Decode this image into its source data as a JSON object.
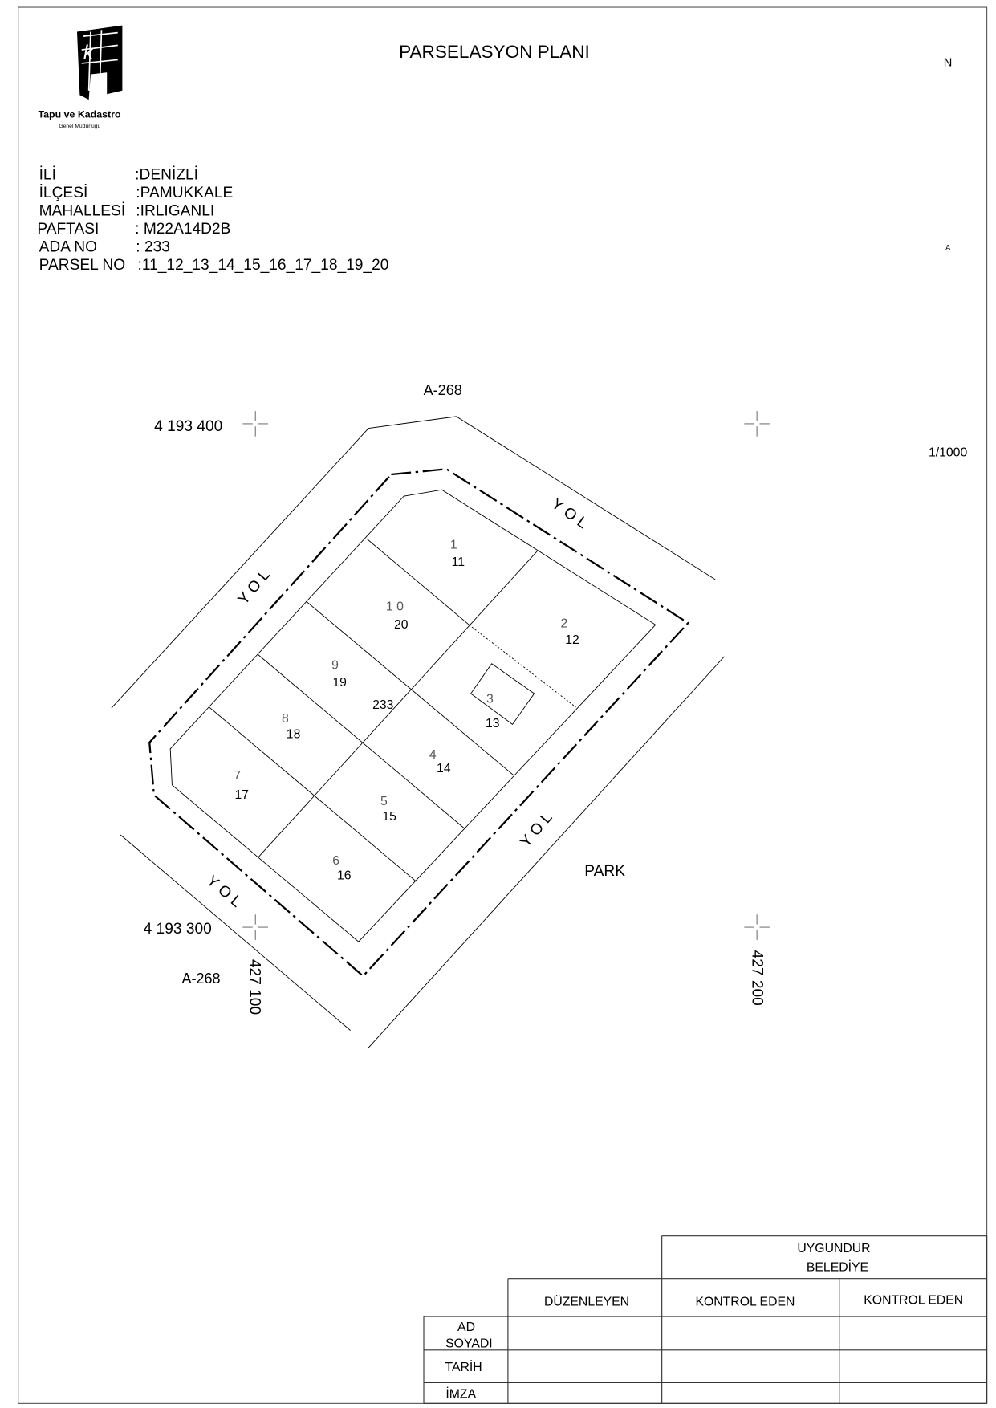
{
  "header": {
    "title": "PARSELASYON PLANI",
    "north_label": "N",
    "north_arrow_label": "A",
    "scale": "1/1000",
    "logo_text": "Tapu ve Kadastro Genel Müdürlüğü"
  },
  "info": [
    {
      "label": "İLİ",
      "value": ":DENİZLİ"
    },
    {
      "label": "İLÇESİ",
      "value": ":PAMUKKALE"
    },
    {
      "label": "MAHALLESİ",
      "value": ":IRLIGANLI"
    },
    {
      "label": "PAFTASI",
      "value": ": M22A14D2B"
    },
    {
      "label": "ADA  NO",
      "value": ": 233"
    },
    {
      "label": "PARSEL  NO",
      "value": ":11_12_13_14_15_16_17_18_19_20"
    }
  ],
  "map": {
    "ref_top": "A-268",
    "ref_bottom": "A-268",
    "coord_n_top": "4 193 400",
    "coord_n_bottom": "4 193 300",
    "coord_e_left": "427 100",
    "coord_e_right": "427 200",
    "road": "YOL",
    "park": "PARK",
    "block_no": "233",
    "parcels": [
      {
        "old": "1",
        "new": "11"
      },
      {
        "old": "2",
        "new": "12"
      },
      {
        "old": "3",
        "new": "13"
      },
      {
        "old": "4",
        "new": "14"
      },
      {
        "old": "5",
        "new": "15"
      },
      {
        "old": "6",
        "new": "16"
      },
      {
        "old": "7",
        "new": "17"
      },
      {
        "old": "8",
        "new": "18"
      },
      {
        "old": "9",
        "new": "19"
      },
      {
        "old": "1 0",
        "new": "20"
      }
    ]
  },
  "table": {
    "group_header": [
      "UYGUNDUR",
      "BELEDİYE"
    ],
    "columns": [
      "DÜZENLEYEN",
      "KONTROL EDEN",
      "KONTROL EDEN"
    ],
    "rows": [
      [
        "AD",
        "SOYADI"
      ],
      [
        "TARİH"
      ],
      [
        "İMZA"
      ]
    ]
  }
}
